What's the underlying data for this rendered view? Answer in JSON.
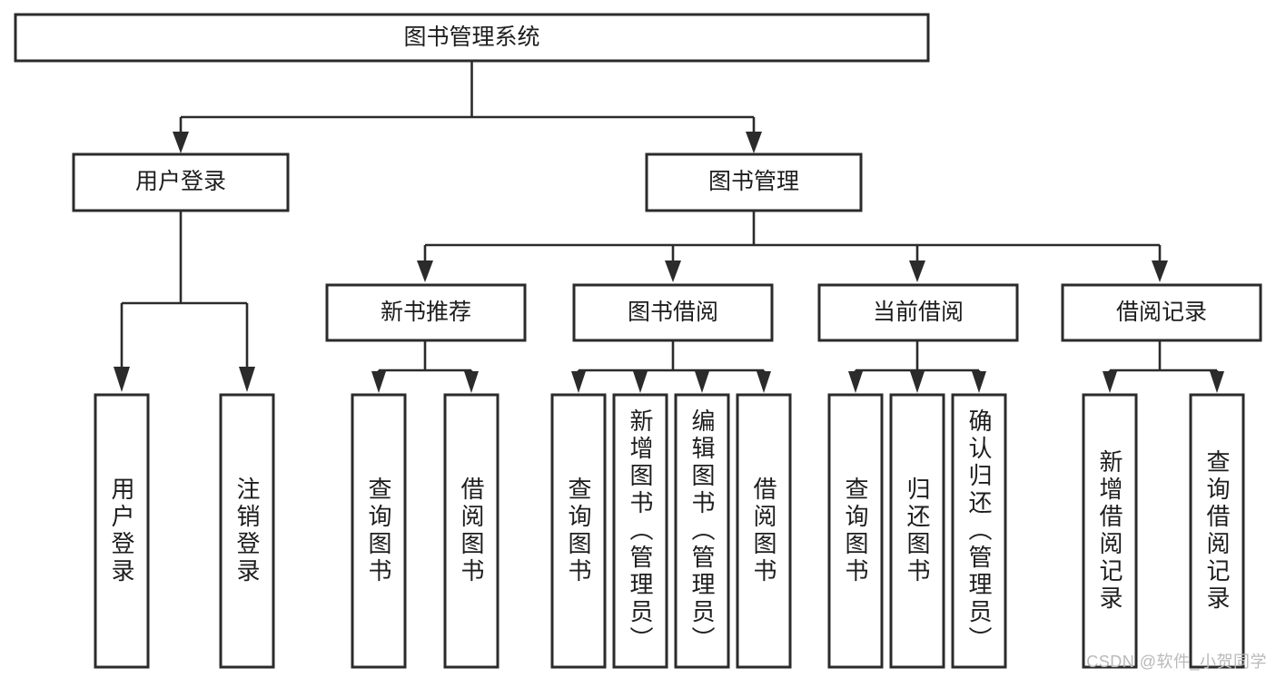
{
  "diagram": {
    "type": "tree",
    "title": "图书管理系统",
    "orientation": "top-down",
    "levels": 4,
    "root": {
      "id": "root",
      "label": "图书管理系统",
      "text_orientation": "horizontal"
    },
    "level2": [
      {
        "id": "user-login",
        "label": "用户登录",
        "text_orientation": "horizontal"
      },
      {
        "id": "book-manage",
        "label": "图书管理",
        "text_orientation": "horizontal"
      }
    ],
    "level3": [
      {
        "id": "new-book-recommend",
        "label": "新书推荐",
        "parent": "book-manage",
        "text_orientation": "horizontal"
      },
      {
        "id": "book-borrow",
        "label": "图书借阅",
        "parent": "book-manage",
        "text_orientation": "horizontal"
      },
      {
        "id": "current-borrow",
        "label": "当前借阅",
        "parent": "book-manage",
        "text_orientation": "horizontal"
      },
      {
        "id": "borrow-record",
        "label": "借阅记录",
        "parent": "book-manage",
        "text_orientation": "horizontal"
      }
    ],
    "leaves": [
      {
        "id": "leaf-user-login",
        "label": "用户登录",
        "parent": "user-login",
        "text_orientation": "vertical"
      },
      {
        "id": "leaf-logout",
        "label": "注销登录",
        "parent": "user-login",
        "text_orientation": "vertical"
      },
      {
        "id": "leaf-query-book-1",
        "label": "查询图书",
        "parent": "new-book-recommend",
        "text_orientation": "vertical"
      },
      {
        "id": "leaf-borrow-book-1",
        "label": "借阅图书",
        "parent": "new-book-recommend",
        "text_orientation": "vertical"
      },
      {
        "id": "leaf-query-book-2",
        "label": "查询图书",
        "parent": "book-borrow",
        "text_orientation": "vertical"
      },
      {
        "id": "leaf-add-book",
        "label": "新增图书（管理员）",
        "parent": "book-borrow",
        "text_orientation": "vertical"
      },
      {
        "id": "leaf-edit-book",
        "label": "编辑图书（管理员）",
        "parent": "book-borrow",
        "text_orientation": "vertical"
      },
      {
        "id": "leaf-borrow-book-2",
        "label": "借阅图书",
        "parent": "book-borrow",
        "text_orientation": "vertical"
      },
      {
        "id": "leaf-query-book-3",
        "label": "查询图书",
        "parent": "current-borrow",
        "text_orientation": "vertical"
      },
      {
        "id": "leaf-return-book",
        "label": "归还图书",
        "parent": "current-borrow",
        "text_orientation": "vertical"
      },
      {
        "id": "leaf-confirm-return",
        "label": "确认归还（管理员）",
        "parent": "current-borrow",
        "text_orientation": "vertical"
      },
      {
        "id": "leaf-add-record",
        "label": "新增借阅记录",
        "parent": "borrow-record",
        "text_orientation": "vertical"
      },
      {
        "id": "leaf-query-record",
        "label": "查询借阅记录",
        "parent": "borrow-record",
        "text_orientation": "vertical"
      }
    ]
  },
  "watermark": {
    "text": "CSDN @软件_小贺同学"
  },
  "colors": {
    "background": "#ffffff",
    "box_fill": "#ffffff",
    "box_stroke": "#2b2b2b",
    "link": "#2b2b2b",
    "text": "#1d1d1d",
    "watermark": "#b9b9b9"
  }
}
